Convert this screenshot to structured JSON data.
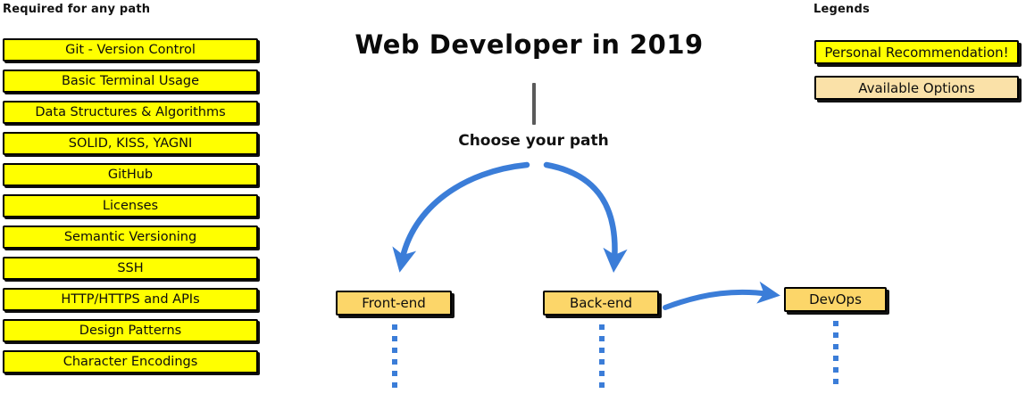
{
  "required_section": {
    "heading": "Required for any path",
    "items": [
      {
        "label": "Git - Version Control"
      },
      {
        "label": "Basic Terminal Usage"
      },
      {
        "label": "Data Structures & Algorithms"
      },
      {
        "label": "SOLID, KISS, YAGNI"
      },
      {
        "label": "GitHub"
      },
      {
        "label": "Licenses"
      },
      {
        "label": "Semantic Versioning"
      },
      {
        "label": "SSH"
      },
      {
        "label": "HTTP/HTTPS and APIs"
      },
      {
        "label": "Design Patterns"
      },
      {
        "label": "Character Encodings"
      }
    ]
  },
  "center": {
    "title": "Web Developer in 2019",
    "choose_path_label": "Choose your path",
    "paths": [
      {
        "label": "Front-end"
      },
      {
        "label": "Back-end"
      },
      {
        "label": "DevOps"
      }
    ]
  },
  "legends": {
    "heading": "Legends",
    "items": [
      {
        "label": "Personal Recommendation!",
        "color": "#FFFF00"
      },
      {
        "label": "Available Options",
        "color": "#FAE1A8"
      }
    ]
  },
  "colors": {
    "recommended_yellow": "#FFFF00",
    "available_tan": "#FAE1A8",
    "path_box_tan": "#FCD669",
    "arrow_blue": "#3B7DD8",
    "trunk_gray": "#5A5A5A",
    "outline_black": "#000000",
    "background": "#FFFFFF"
  }
}
